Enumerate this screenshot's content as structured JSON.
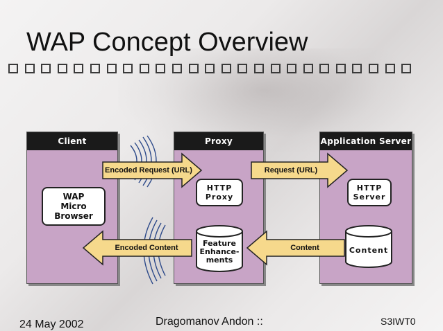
{
  "slide": {
    "title": "WAP Concept Overview"
  },
  "diagram": {
    "columns": {
      "client": "Client",
      "proxy": "Proxy",
      "app_server": "Application Server"
    },
    "nodes": {
      "wap_browser_line1": "WAP",
      "wap_browser_line2": "Micro Browser",
      "http_proxy_line1": "HTTP",
      "http_proxy_line2": "Proxy",
      "http_server_line1": "HTTP",
      "http_server_line2": "Server",
      "feature_line1": "Feature",
      "feature_line2": "Enhance-",
      "feature_line3": "ments",
      "content": "Content"
    },
    "arrows": {
      "encoded_request": "Encoded Request (URL)",
      "request": "Request (URL)",
      "encoded_content": "Encoded Content",
      "content": "Content"
    },
    "colors": {
      "column_fill": "#c8a4c6",
      "header_fill": "#1a1a1a",
      "arrow_fill": "#f6d98c"
    }
  },
  "footer": {
    "date": "24 May 2002",
    "author": "Dragomanov Andon ::",
    "code": "S3IWT0"
  }
}
